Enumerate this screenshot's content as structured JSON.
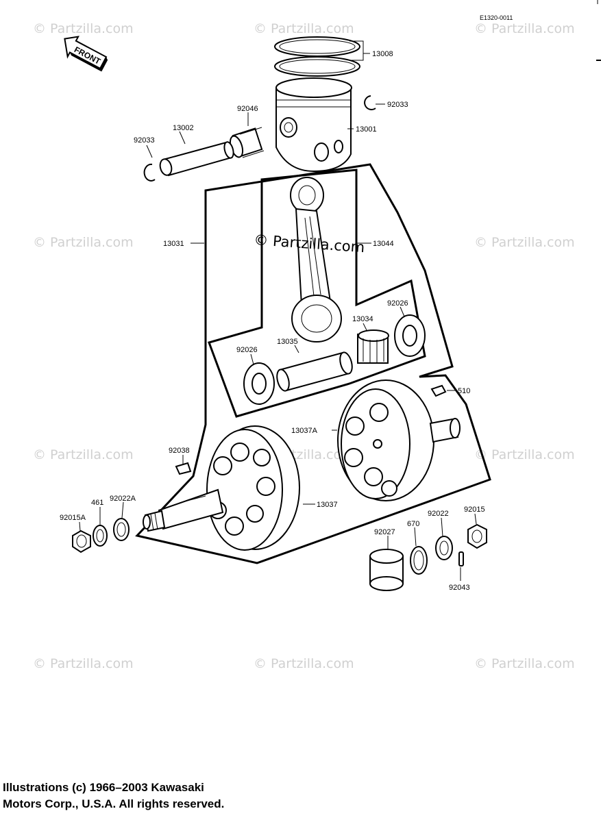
{
  "diagram": {
    "ref_code": "E1320-0011",
    "front_label": "FRONT",
    "center_watermark": "© Partzilla.com",
    "watermark": "© Partzilla.com",
    "callouts": {
      "p13008": "13008",
      "p92033_right": "92033",
      "p13001": "13001",
      "p92046": "92046",
      "p13002": "13002",
      "p92033_left": "92033",
      "p13031": "13031",
      "p13044": "13044",
      "p92026_right": "92026",
      "p13034": "13034",
      "p13035": "13035",
      "p92026_left": "92026",
      "p510": "510",
      "p13037A": "13037A",
      "p92038": "92038",
      "p13037": "13037",
      "p461": "461",
      "p92022A": "92022A",
      "p92015A": "92015A",
      "p92022": "92022",
      "p92015": "92015",
      "p92027": "92027",
      "p670": "670",
      "p92043": "92043"
    }
  },
  "footer": {
    "line1": "Illustrations (c) 1966–2003 Kawasaki",
    "line2": "Motors Corp., U.S.A.  All rights reserved."
  }
}
